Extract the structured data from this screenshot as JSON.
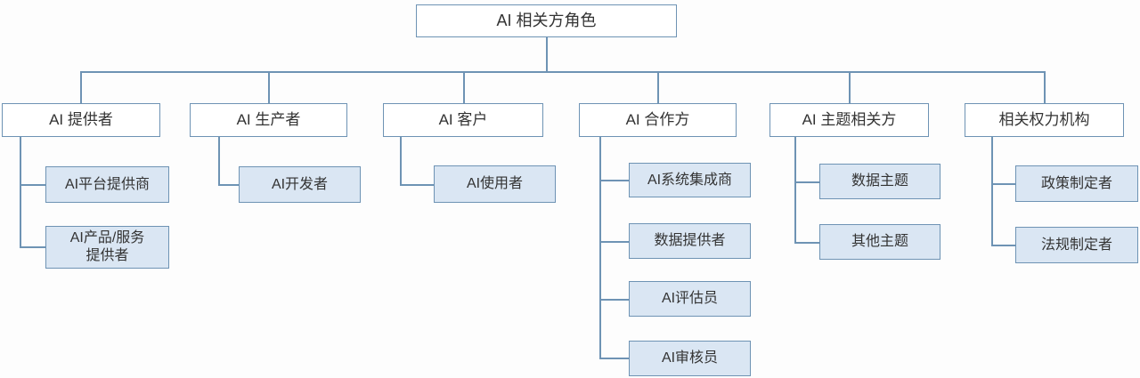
{
  "diagram": {
    "title": "AI 相关方角色",
    "colors": {
      "line": "#6e93b4",
      "parent_fill": "#ffffff",
      "child_fill": "#dae6f3",
      "text": "#333333"
    },
    "root": {
      "label": "AI 相关方角色"
    },
    "branches": [
      {
        "label": "AI 提供者",
        "children": [
          {
            "label": "AI平台提供商"
          },
          {
            "label": "AI产品/服务提供者",
            "line1": "AI产品/服务",
            "line2": "提供者"
          }
        ]
      },
      {
        "label": "AI 生产者",
        "children": [
          {
            "label": "AI开发者"
          }
        ]
      },
      {
        "label": "AI 客户",
        "children": [
          {
            "label": "AI使用者"
          }
        ]
      },
      {
        "label": "AI 合作方",
        "children": [
          {
            "label": "AI系统集成商"
          },
          {
            "label": "数据提供者"
          },
          {
            "label": "AI评估员"
          },
          {
            "label": "AI审核员"
          }
        ]
      },
      {
        "label": "AI 主题相关方",
        "children": [
          {
            "label": "数据主题"
          },
          {
            "label": "其他主题"
          }
        ]
      },
      {
        "label": "相关权力机构",
        "children": [
          {
            "label": "政策制定者"
          },
          {
            "label": "法规制定者"
          }
        ]
      }
    ]
  }
}
